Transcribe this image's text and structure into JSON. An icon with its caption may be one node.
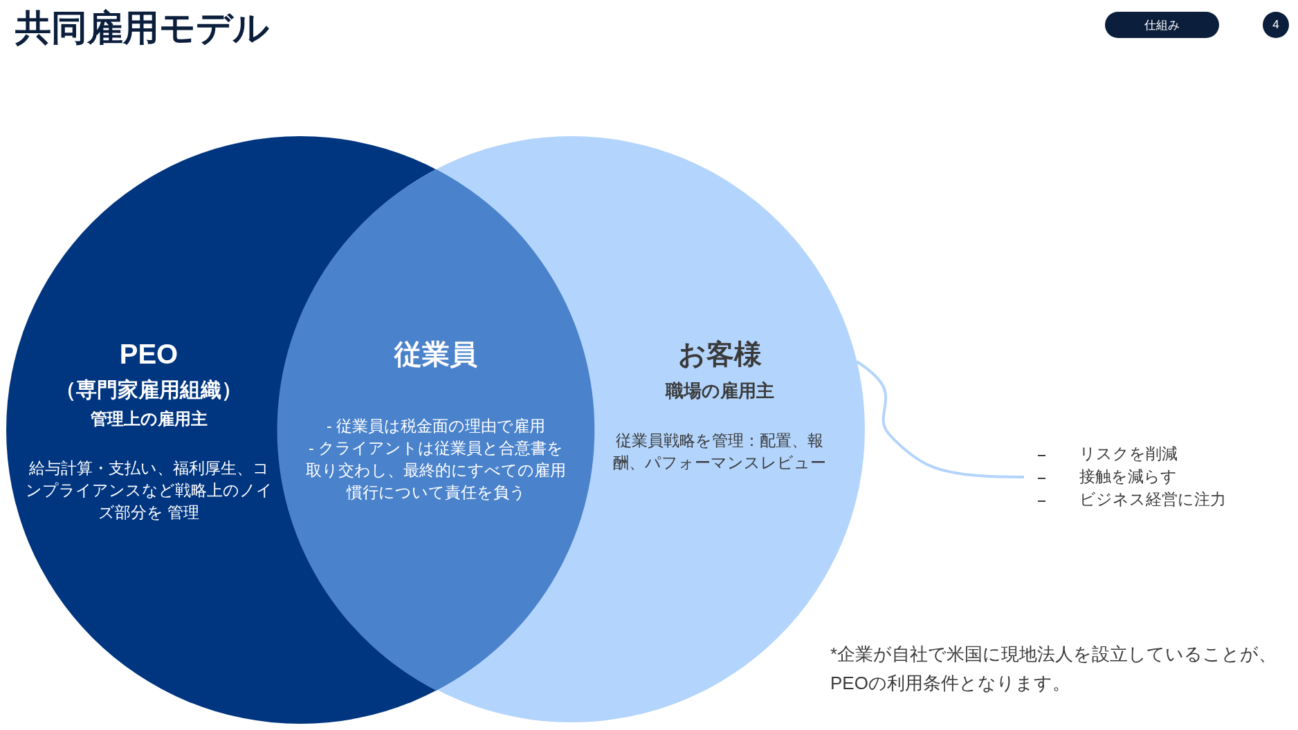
{
  "diagram": {
    "title": "共同雇用モデル",
    "nodes": [
      {
        "text": [
          "PEO",
          "（専門家雇用組織）",
          "管理上の雇用主",
          "給与計算・支払い、福利厚生、コンプライアンスなど戦略上のノイズ部分を 管理"
        ]
      },
      {
        "text": [
          "お客様",
          "職場の雇用主",
          "従業員戦略を管理：配置、報酬、パフォーマンスレビュー"
        ]
      },
      {
        "text": [
          "従業員",
          "- 従業員は税金面の理由で雇用",
          "- クライアントは従業員と合意書を取り交わし、最終的にすべての雇用慣行について責任を負う"
        ]
      },
      {
        "text": [
          "リスクを削減",
          "接触を減らす",
          "ビジネス経営に注力"
        ]
      }
    ],
    "edges": [
      {
        "from": 1,
        "to": 3,
        "arrow": "none"
      }
    ],
    "labels": [
      "仕組み",
      "4",
      "*企業が自社で米国に現地法人を設立していることが、PEOの利用条件となります。"
    ]
  }
}
